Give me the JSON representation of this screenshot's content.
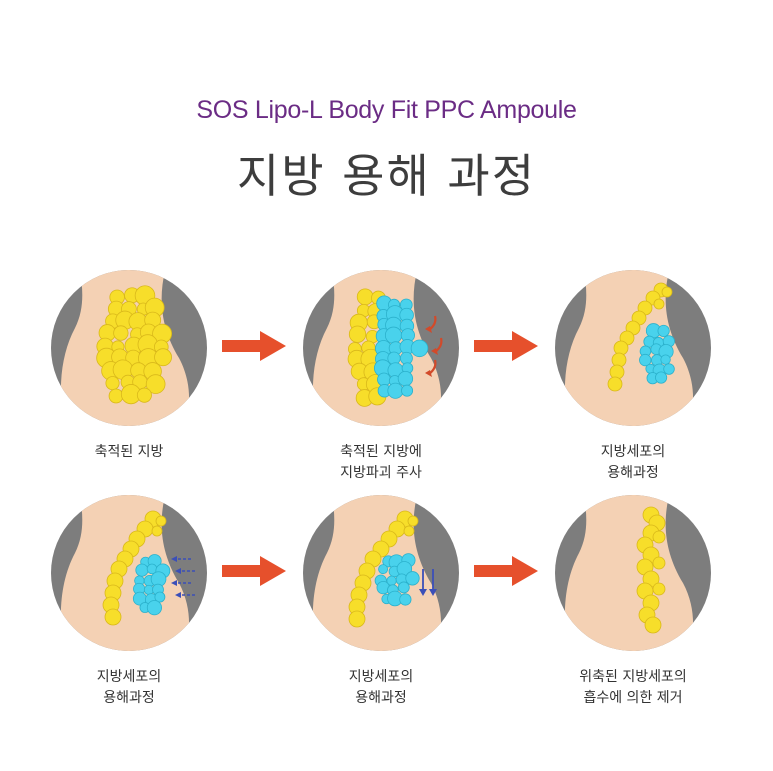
{
  "header": {
    "subtitle": "SOS Lipo-L Body Fit PPC Ampoule",
    "title": "지방 용해 과정"
  },
  "colors": {
    "fat_cell": "#f7de2a",
    "dissolving_cell": "#49d2ec",
    "skin": "#f4d1b4",
    "background_circle": "#7d7d7d",
    "arrow": "#e6502c",
    "injection_mark": "#d24a2a",
    "flow_arrow": "#3b4fb8",
    "subtitle": "#6b2c85"
  },
  "steps": [
    {
      "lines": [
        "축적된 지방"
      ]
    },
    {
      "lines": [
        "축적된 지방에",
        "지방파괴 주사"
      ]
    },
    {
      "lines": [
        "지방세포의",
        "용해과정"
      ]
    },
    {
      "lines": [
        "지방세포의",
        "용해과정"
      ]
    },
    {
      "lines": [
        "지방세포의",
        "용해과정"
      ]
    },
    {
      "lines": [
        "위축된 지방세포의",
        "흡수에 의한 제거"
      ]
    }
  ]
}
